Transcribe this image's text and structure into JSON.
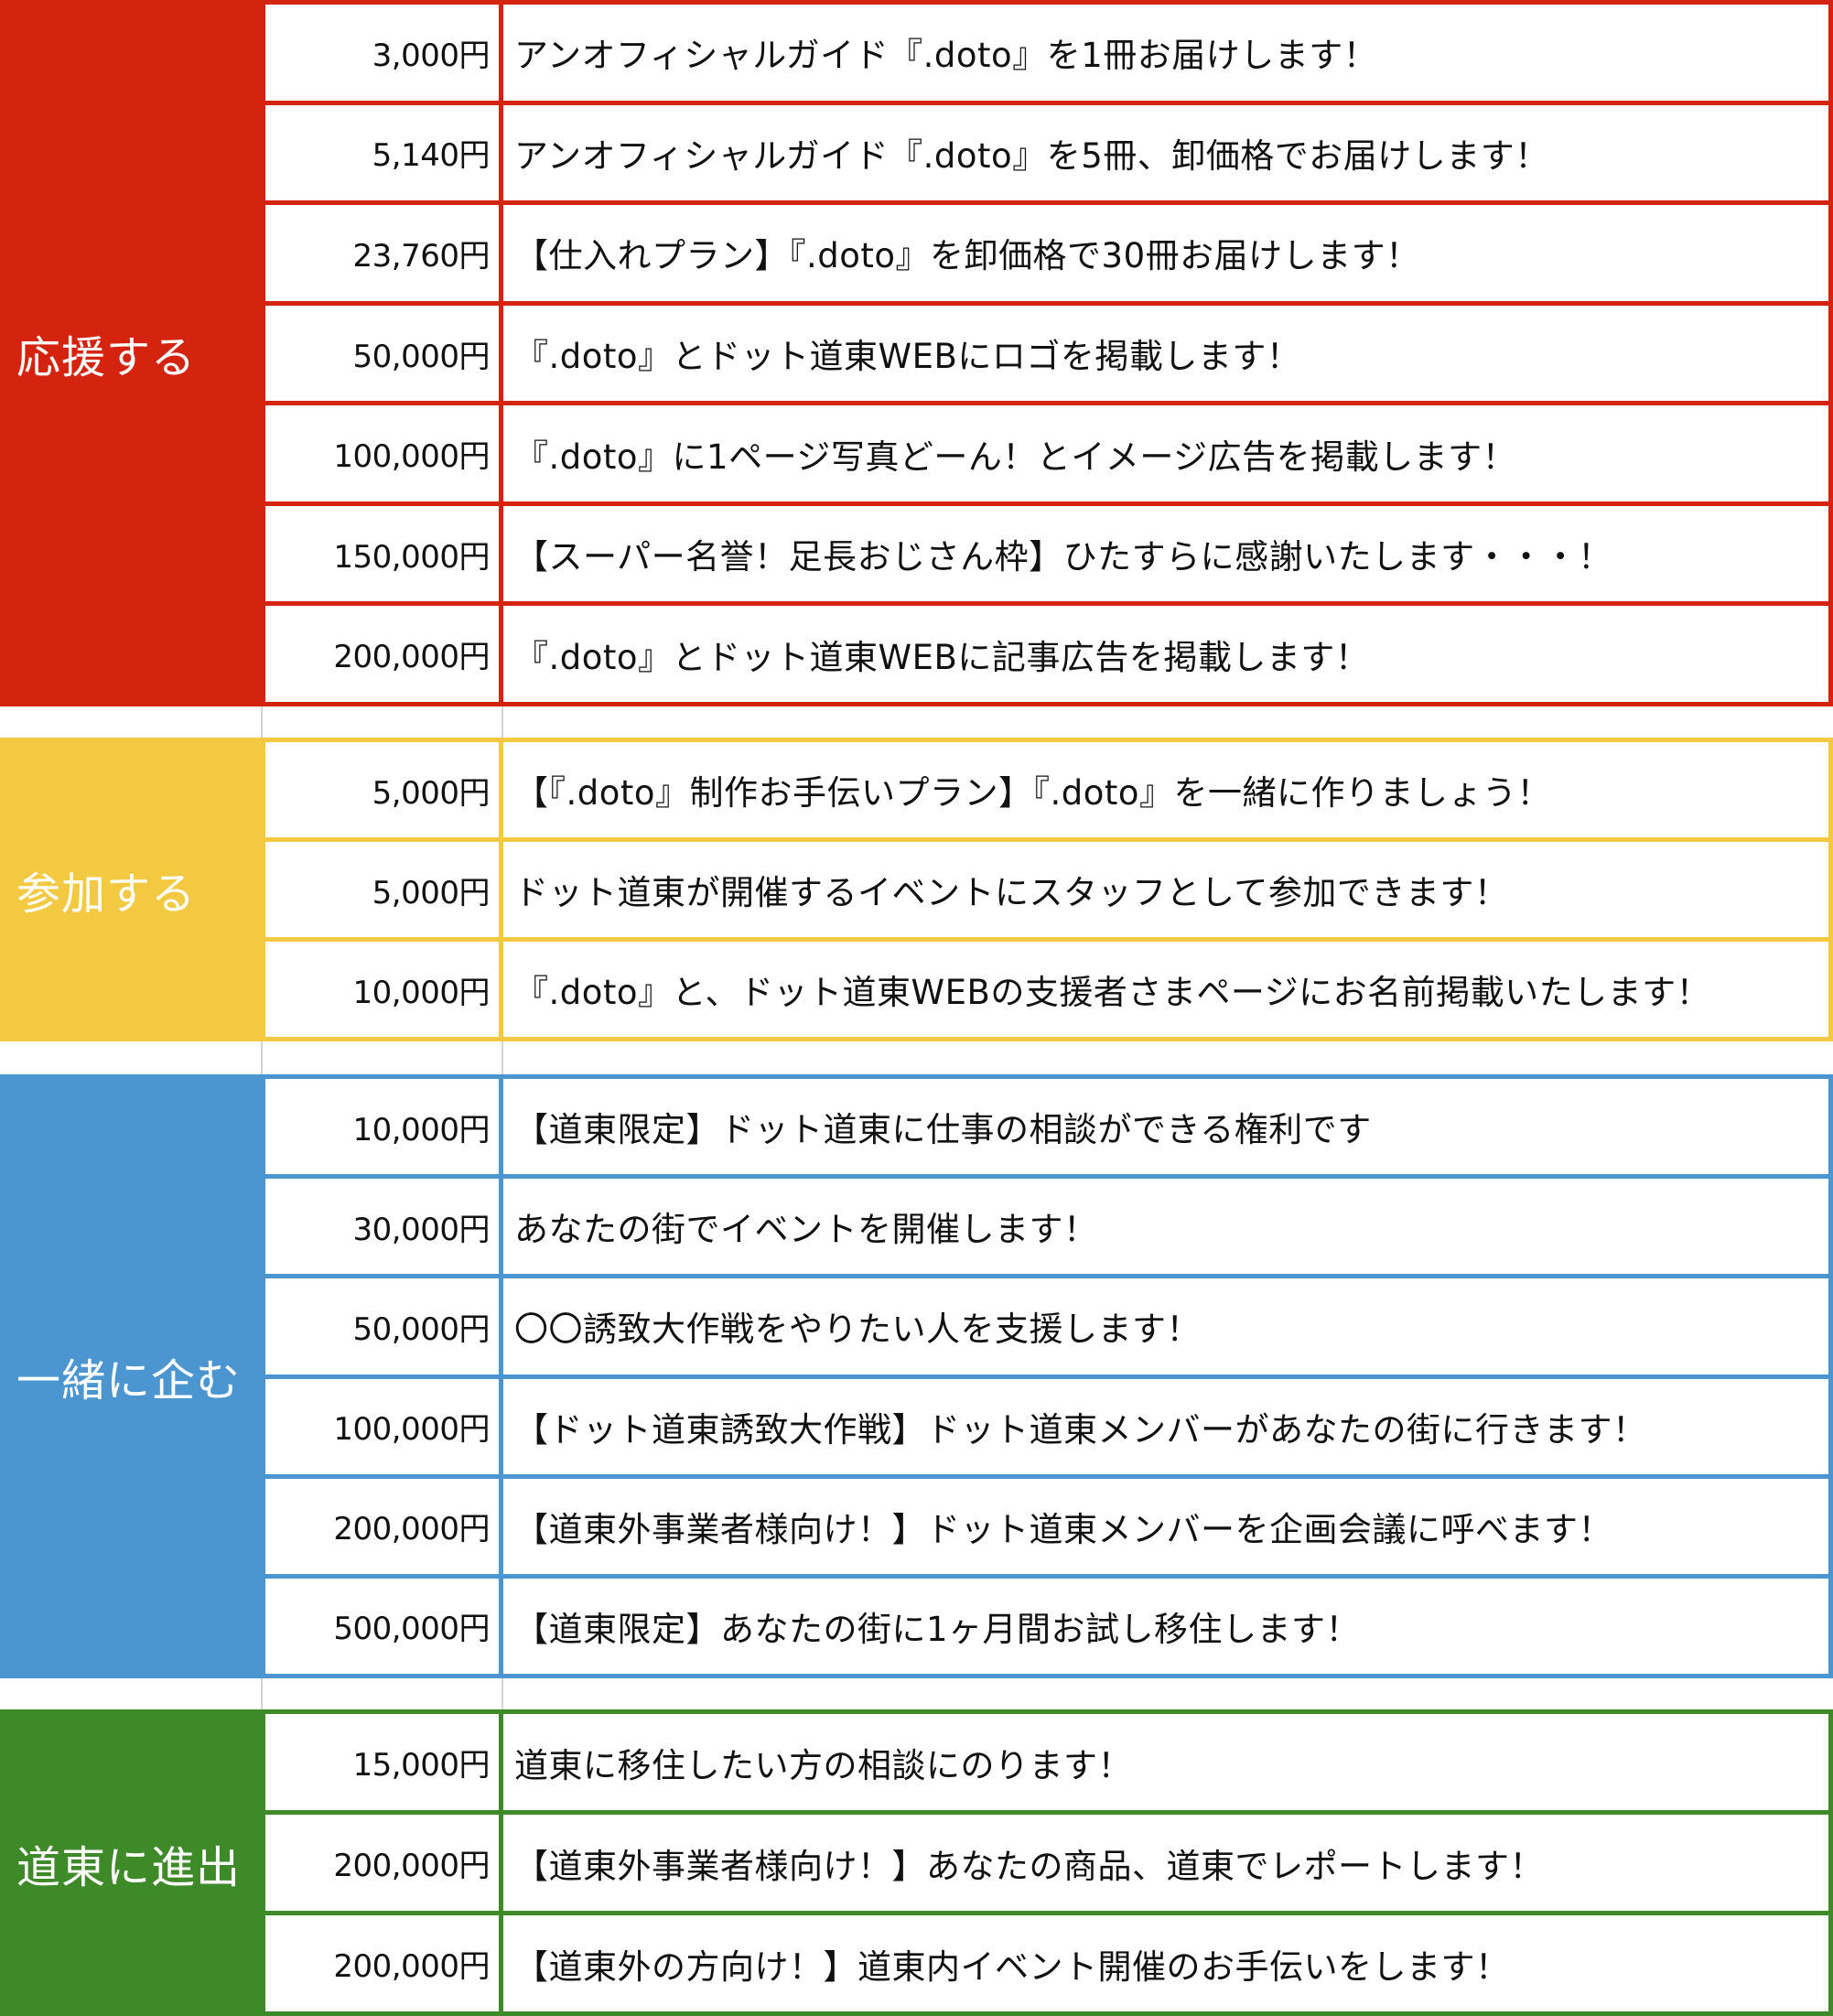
{
  "sections": [
    {
      "category": "応援する",
      "color": "#d4230f",
      "rows": [
        {
          "price": "3,000円",
          "desc": "アンオフィシャルガイド『.doto』を1冊お届けします！"
        },
        {
          "price": "5,140円",
          "desc": "アンオフィシャルガイド『.doto』を5冊、卸価格でお届けします！"
        },
        {
          "price": "23,760円",
          "desc": "【仕入れプラン】『.doto』を卸価格で30冊お届けします！"
        },
        {
          "price": "50,000円",
          "desc": "『.doto』とドット道東WEBにロゴを掲載します！"
        },
        {
          "price": "100,000円",
          "desc": "『.doto』に1ページ写真どーん！とイメージ広告を掲載します！"
        },
        {
          "price": "150,000円",
          "desc": "【スーパー名誉！足長おじさん枠】ひたすらに感謝いたします・・・！"
        },
        {
          "price": "200,000円",
          "desc": "『.doto』とドット道東WEBに記事広告を掲載します！"
        }
      ]
    },
    {
      "category": "参加する",
      "color": "#f3c942",
      "rows": [
        {
          "price": "5,000円",
          "desc": "【『.doto』制作お手伝いプラン】『.doto』を一緒に作りましょう！"
        },
        {
          "price": "5,000円",
          "desc": "ドット道東が開催するイベントにスタッフとして参加できます！"
        },
        {
          "price": "10,000円",
          "desc": "『.doto』と、ドット道東WEBの支援者さまページにお名前掲載いたします！"
        }
      ]
    },
    {
      "category": "一緒に企む",
      "color": "#4b96d1",
      "rows": [
        {
          "price": "10,000円",
          "desc": "【道東限定】ドット道東に仕事の相談ができる権利です"
        },
        {
          "price": "30,000円",
          "desc": "あなたの街でイベントを開催します！"
        },
        {
          "price": "50,000円",
          "desc": "〇〇誘致大作戦をやりたい人を支援します！"
        },
        {
          "price": "100,000円",
          "desc": "【ドット道東誘致大作戦】ドット道東メンバーがあなたの街に行きます！"
        },
        {
          "price": "200,000円",
          "desc": "【道東外事業者様向け！】ドット道東メンバーを企画会議に呼べます！"
        },
        {
          "price": "500,000円",
          "desc": "【道東限定】あなたの街に1ヶ月間お試し移住します！"
        }
      ]
    },
    {
      "category": "道東に進出",
      "color": "#3e8a28",
      "rows": [
        {
          "price": "15,000円",
          "desc": "道東に移住したい方の相談にのります！"
        },
        {
          "price": "200,000円",
          "desc": "【道東外事業者様向け！】あなたの商品、道東でレポートします！"
        },
        {
          "price": "200,000円",
          "desc": "【道東外の方向け！】道東内イベント開催のお手伝いをします！"
        }
      ]
    }
  ]
}
